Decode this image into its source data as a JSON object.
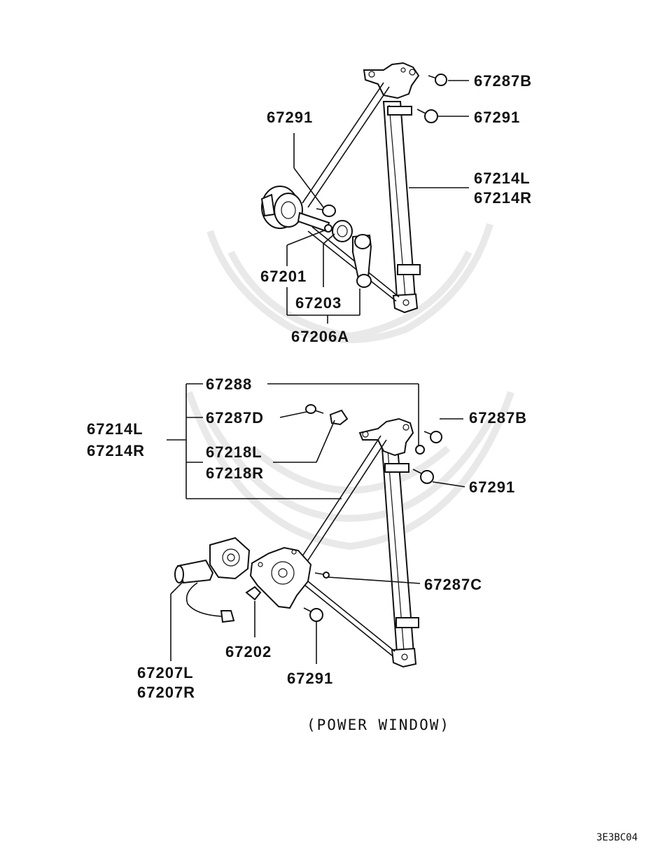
{
  "upper_assembly": {
    "labels": {
      "l1": "67287B",
      "l2": "67291",
      "l3": "67291",
      "l4a": "67214L",
      "l4b": "67214R",
      "l5": "67201",
      "l6": "67203",
      "l7": "67206A"
    }
  },
  "lower_assembly": {
    "labels": {
      "m1": "67288",
      "m2": "67287D",
      "m3a": "67214L",
      "m3b": "67214R",
      "m4a": "67218L",
      "m4b": "67218R",
      "m5": "67287B",
      "m6": "67291",
      "m7": "67287C",
      "m8": "67202",
      "m9": "67291",
      "m10a": "67207L",
      "m10b": "67207R"
    }
  },
  "caption": "(POWER WINDOW)",
  "diagram_code": "3E3BC04"
}
